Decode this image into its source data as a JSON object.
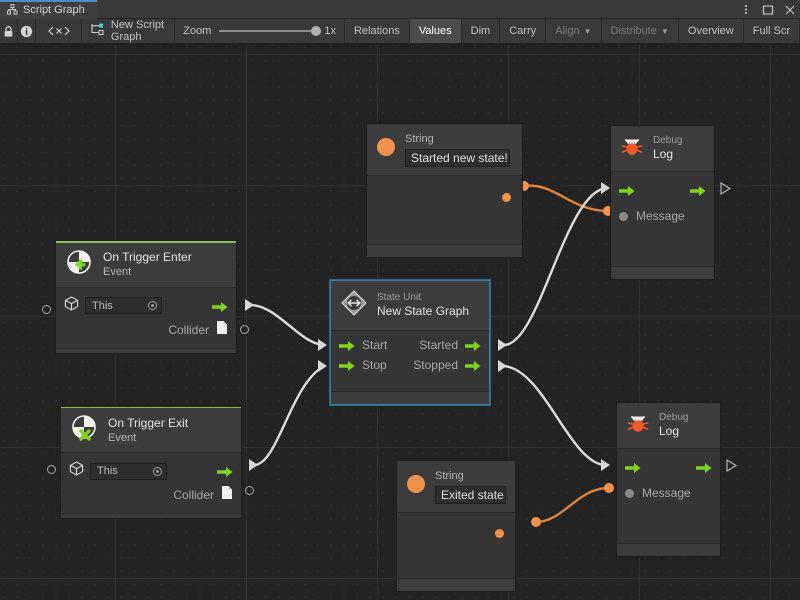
{
  "window": {
    "tab_label": "Script Graph",
    "tab_icon": "graph-icon",
    "menu_icon": "kebab-menu-icon",
    "maximize_icon": "maximize-icon",
    "close_icon": "close-icon"
  },
  "toolbar": {
    "lock_icon": "lock-icon",
    "info_icon": "info-icon",
    "code_icon": "code-icon",
    "graph_icon": "script-graph-icon",
    "graph_name": "New Script Graph",
    "zoom_label": "Zoom",
    "zoom_value": "1x",
    "buttons": [
      {
        "label": "Relations",
        "state": "normal"
      },
      {
        "label": "Values",
        "state": "active"
      },
      {
        "label": "Dim",
        "state": "normal"
      },
      {
        "label": "Carry",
        "state": "normal"
      },
      {
        "label": "Align",
        "state": "disabled",
        "caret": true
      },
      {
        "label": "Distribute",
        "state": "disabled",
        "caret": true
      },
      {
        "label": "Overview",
        "state": "normal"
      },
      {
        "label": "Full Scr",
        "state": "normal"
      }
    ]
  },
  "colors": {
    "accent_green": "#8bc34a",
    "flow_green": "#7ed321",
    "value_orange": "#f0924c",
    "wire_white": "#d8d8d8",
    "selection_blue": "#3e7a96",
    "canvas_bg": "#232323",
    "node_bg": "#3a3a3a"
  },
  "nodes": {
    "string_top": {
      "icon": "string-value-icon",
      "title": "String",
      "value": "Started new state!"
    },
    "string_bottom": {
      "icon": "string-value-icon",
      "title": "String",
      "value": "Exited state"
    },
    "debug_log_top": {
      "icon": "debug-bug-icon",
      "category": "Debug",
      "title": "Log",
      "message_port": "Message"
    },
    "debug_log_bottom": {
      "icon": "debug-bug-icon",
      "category": "Debug",
      "title": "Log",
      "message_port": "Message"
    },
    "on_trigger_enter": {
      "icon": "on-trigger-enter-icon",
      "title": "On Trigger Enter",
      "subtitle": "Event",
      "target_icon": "gameobject-icon",
      "target_value": "This",
      "collider_port": "Collider",
      "collider_icon": "collider-file-icon"
    },
    "on_trigger_exit": {
      "icon": "on-trigger-exit-icon",
      "title": "On Trigger Exit",
      "subtitle": "Event",
      "target_icon": "gameobject-icon",
      "target_value": "This",
      "collider_port": "Collider",
      "collider_icon": "collider-file-icon"
    },
    "state_unit": {
      "icon": "state-unit-icon",
      "category": "State Unit",
      "title": "New  State  Graph",
      "in_start": "Start",
      "in_stop": "Stop",
      "out_started": "Started",
      "out_stopped": "Stopped",
      "selected": true
    }
  }
}
